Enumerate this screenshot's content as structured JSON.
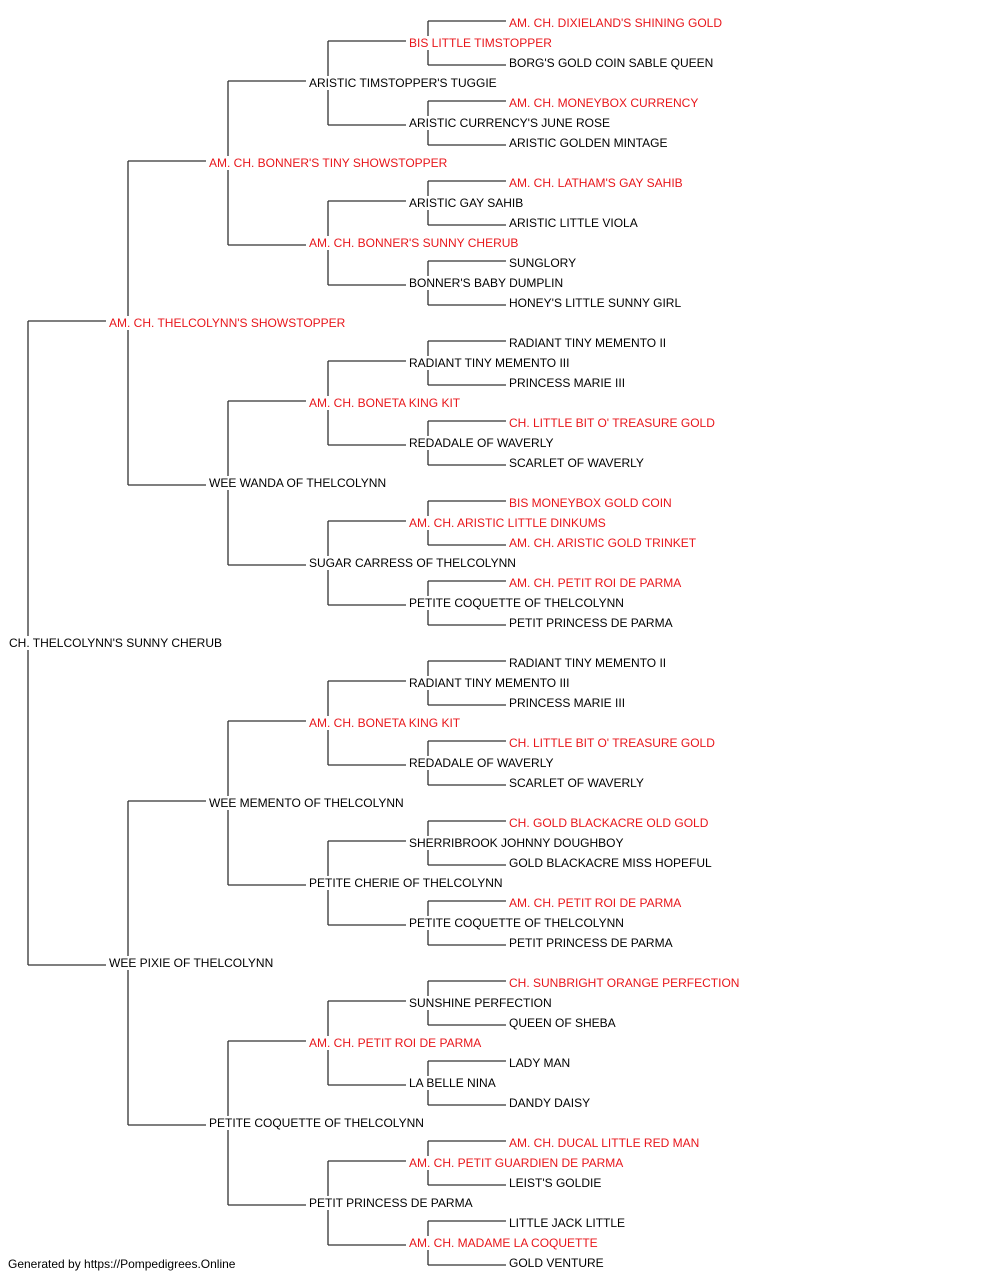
{
  "pedigree": {
    "subject": {
      "name": "CH. THELCOLYNN'S SUNNY CHERUB",
      "champion": false
    },
    "generations": [
      [
        {
          "name": "AM. CH. THELCOLYNN'S SHOWSTOPPER",
          "champion": true
        },
        {
          "name": "WEE PIXIE OF THELCOLYNN",
          "champion": false
        }
      ],
      [
        {
          "name": "AM. CH. BONNER'S TINY SHOWSTOPPER",
          "champion": true
        },
        {
          "name": "WEE WANDA OF THELCOLYNN",
          "champion": false
        },
        {
          "name": "WEE MEMENTO OF THELCOLYNN",
          "champion": false
        },
        {
          "name": "PETITE COQUETTE OF THELCOLYNN",
          "champion": false
        }
      ],
      [
        {
          "name": "ARISTIC TIMSTOPPER'S TUGGIE",
          "champion": false
        },
        {
          "name": "AM. CH. BONNER'S SUNNY CHERUB",
          "champion": true
        },
        {
          "name": "AM. CH. BONETA KING KIT",
          "champion": true
        },
        {
          "name": "SUGAR CARRESS OF THELCOLYNN",
          "champion": false
        },
        {
          "name": "AM. CH. BONETA KING KIT",
          "champion": true
        },
        {
          "name": "PETITE CHERIE OF THELCOLYNN",
          "champion": false
        },
        {
          "name": "AM. CH. PETIT ROI DE PARMA",
          "champion": true
        },
        {
          "name": "PETIT PRINCESS DE PARMA",
          "champion": false
        }
      ],
      [
        {
          "name": "BIS LITTLE TIMSTOPPER",
          "champion": true
        },
        {
          "name": "ARISTIC CURRENCY'S JUNE ROSE",
          "champion": false
        },
        {
          "name": "ARISTIC GAY SAHIB",
          "champion": false
        },
        {
          "name": "BONNER'S BABY DUMPLIN",
          "champion": false
        },
        {
          "name": "RADIANT TINY MEMENTO III",
          "champion": false
        },
        {
          "name": "REDADALE OF WAVERLY",
          "champion": false
        },
        {
          "name": "AM. CH. ARISTIC LITTLE DINKUMS",
          "champion": true
        },
        {
          "name": "PETITE COQUETTE OF THELCOLYNN",
          "champion": false
        },
        {
          "name": "RADIANT TINY MEMENTO III",
          "champion": false
        },
        {
          "name": "REDADALE OF WAVERLY",
          "champion": false
        },
        {
          "name": "SHERRIBROOK JOHNNY DOUGHBOY",
          "champion": false
        },
        {
          "name": "PETITE COQUETTE OF THELCOLYNN",
          "champion": false
        },
        {
          "name": "SUNSHINE PERFECTION",
          "champion": false
        },
        {
          "name": "LA BELLE NINA",
          "champion": false
        },
        {
          "name": "AM. CH. PETIT GUARDIEN DE PARMA",
          "champion": true
        },
        {
          "name": "AM. CH. MADAME LA COQUETTE",
          "champion": true
        }
      ],
      [
        {
          "name": "AM. CH. DIXIELAND'S SHINING GOLD",
          "champion": true
        },
        {
          "name": "BORG'S GOLD COIN SABLE QUEEN",
          "champion": false
        },
        {
          "name": "AM. CH. MONEYBOX CURRENCY",
          "champion": true
        },
        {
          "name": "ARISTIC GOLDEN MINTAGE",
          "champion": false
        },
        {
          "name": "AM. CH. LATHAM'S GAY SAHIB",
          "champion": true
        },
        {
          "name": "ARISTIC LITTLE VIOLA",
          "champion": false
        },
        {
          "name": "SUNGLORY",
          "champion": false
        },
        {
          "name": "HONEY'S LITTLE SUNNY GIRL",
          "champion": false
        },
        {
          "name": "RADIANT TINY MEMENTO II",
          "champion": false
        },
        {
          "name": "PRINCESS MARIE III",
          "champion": false
        },
        {
          "name": "CH. LITTLE BIT O' TREASURE GOLD",
          "champion": true
        },
        {
          "name": "SCARLET OF WAVERLY",
          "champion": false
        },
        {
          "name": "BIS MONEYBOX GOLD COIN",
          "champion": true
        },
        {
          "name": "AM. CH. ARISTIC GOLD TRINKET",
          "champion": true
        },
        {
          "name": "AM. CH. PETIT ROI DE PARMA",
          "champion": true
        },
        {
          "name": "PETIT PRINCESS DE PARMA",
          "champion": false
        },
        {
          "name": "RADIANT TINY MEMENTO II",
          "champion": false
        },
        {
          "name": "PRINCESS MARIE III",
          "champion": false
        },
        {
          "name": "CH. LITTLE BIT O' TREASURE GOLD",
          "champion": true
        },
        {
          "name": "SCARLET OF WAVERLY",
          "champion": false
        },
        {
          "name": "CH. GOLD BLACKACRE OLD GOLD",
          "champion": true
        },
        {
          "name": "GOLD BLACKACRE MISS HOPEFUL",
          "champion": false
        },
        {
          "name": "AM. CH. PETIT ROI DE PARMA",
          "champion": true
        },
        {
          "name": "PETIT PRINCESS DE PARMA",
          "champion": false
        },
        {
          "name": "CH. SUNBRIGHT ORANGE PERFECTION",
          "champion": true
        },
        {
          "name": "QUEEN OF SHEBA",
          "champion": false
        },
        {
          "name": "LADY MAN",
          "champion": false
        },
        {
          "name": "DANDY DAISY",
          "champion": false
        },
        {
          "name": "AM. CH. DUCAL LITTLE RED MAN",
          "champion": true
        },
        {
          "name": "LEIST'S GOLDIE",
          "champion": false
        },
        {
          "name": "LITTLE JACK LITTLE",
          "champion": false
        },
        {
          "name": "GOLD VENTURE",
          "champion": false
        }
      ]
    ]
  },
  "colors": {
    "champion": "#e8161b",
    "normal": "#000000",
    "line": "#333333"
  },
  "footer": "Generated by https://Pompedigrees.Online"
}
